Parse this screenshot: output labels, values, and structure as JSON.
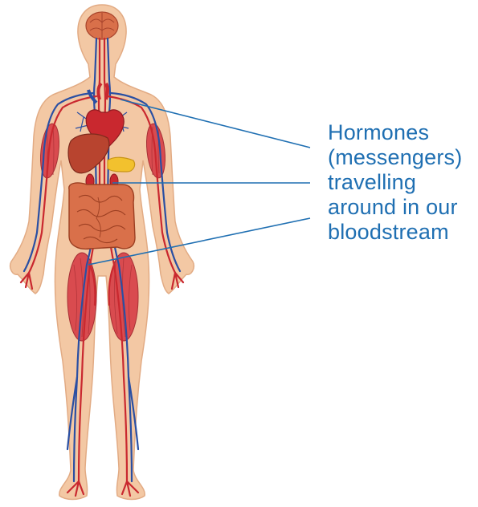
{
  "caption": {
    "lines": [
      "Hormones",
      "(messengers)",
      "travelling",
      "around in our",
      "bloodstream"
    ]
  },
  "colors": {
    "skin": "#f3c8a4",
    "skin_outline": "#e2ab84",
    "artery": "#c9282f",
    "vein": "#2a4fa3",
    "muscle": "#d94b4f",
    "liver": "#b8442f",
    "pancreas": "#f2c12e",
    "intestine": "#d9704a",
    "pointer_line": "#1f6fb2",
    "caption_text": "#1f6fb2"
  },
  "icons": [
    "human-body-illustration",
    "heart-icon",
    "brain-icon",
    "liver-icon",
    "pancreas-icon",
    "intestines-icon"
  ]
}
